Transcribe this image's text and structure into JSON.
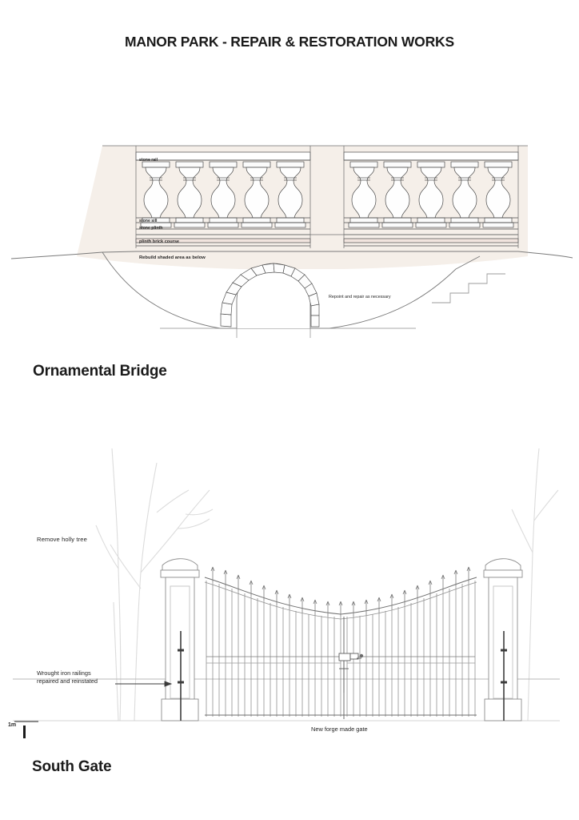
{
  "document": {
    "title": "MANOR PARK - REPAIR & RESTORATION WORKS",
    "background_color": "#ffffff",
    "ink_color": "#1b1b1b"
  },
  "sections": [
    {
      "id": "ornamental-bridge",
      "heading": "Ornamental Bridge",
      "shade_color": "#f5efe9",
      "annotations": [
        {
          "id": "stone-rail",
          "text": "stone rail"
        },
        {
          "id": "stone-sill",
          "text": "stone sill"
        },
        {
          "id": "stone-plinth",
          "text": "stone plinth"
        },
        {
          "id": "plinth-brick",
          "text": "plinth brick course"
        },
        {
          "id": "rebuild-shaded",
          "text": "Rebuild shaded area as below"
        },
        {
          "id": "repoint-repair",
          "text": "Repoint and repair as necessary"
        }
      ],
      "balustrade": {
        "panels": 2,
        "balusters_per_panel": 5
      },
      "arch": {
        "voussoirs": 17
      },
      "steps": 4
    },
    {
      "id": "south-gate",
      "heading": "South Gate",
      "annotations": [
        {
          "id": "remove-holly-tree",
          "text": "Remove holly tree"
        },
        {
          "id": "wrought-iron-railings",
          "text": "Wrought iron railings\nrepaired and reinstated",
          "line1": "Wrought iron railings",
          "line2": "repaired and reinstated"
        },
        {
          "id": "new-forge-gate",
          "text": "New forge made gate"
        }
      ],
      "gate": {
        "leaves": 2,
        "bars": 44,
        "finials": 22
      },
      "piers": 2
    }
  ],
  "scale": {
    "label": "1m",
    "unit": "m",
    "value": 1
  }
}
